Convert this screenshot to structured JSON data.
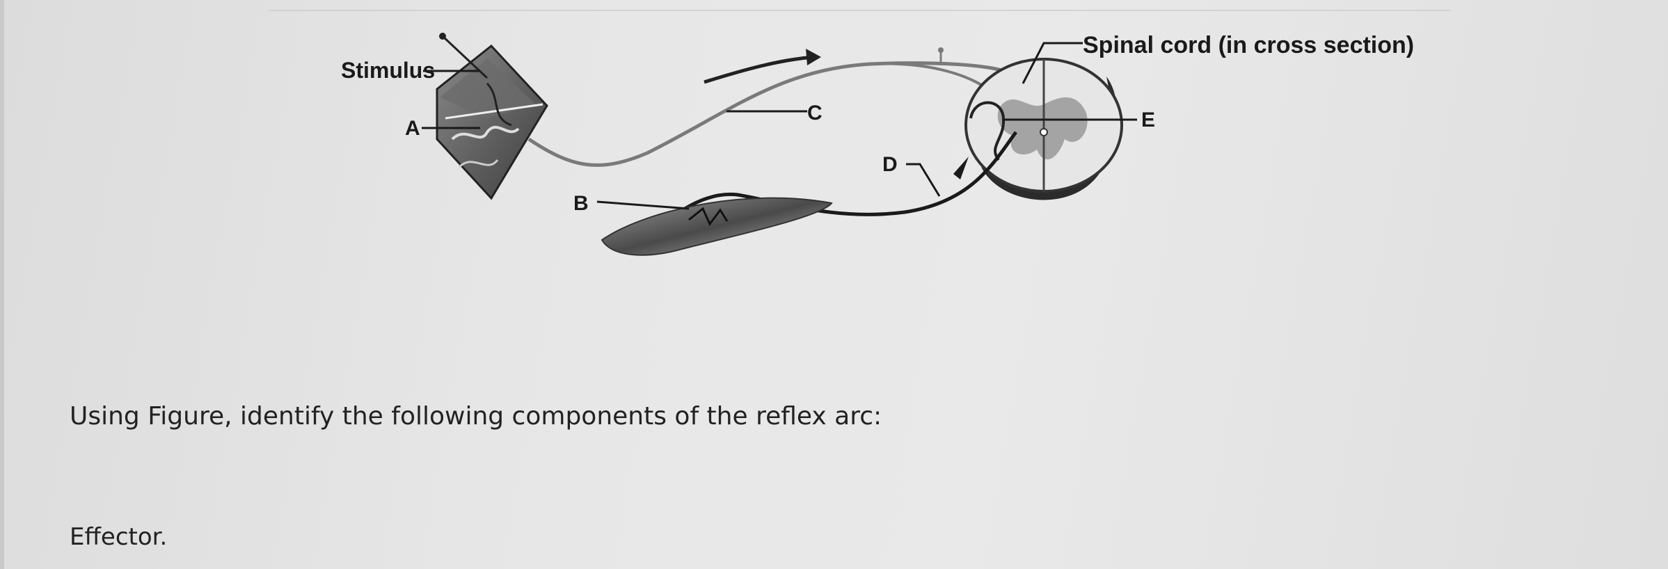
{
  "figure": {
    "labels": {
      "stimulus": "Stimulus",
      "a": "A",
      "b": "B",
      "c": "C",
      "d": "D",
      "e": "E",
      "spinal_cord": "Spinal cord (in cross section)"
    }
  },
  "question": {
    "text": "Using Figure, identify the following components of the reflex arc:"
  },
  "items": [
    "Effector."
  ],
  "colors": {
    "background": "#e6e6e6",
    "line": "#1a1a1a",
    "tissue": "#555555"
  }
}
